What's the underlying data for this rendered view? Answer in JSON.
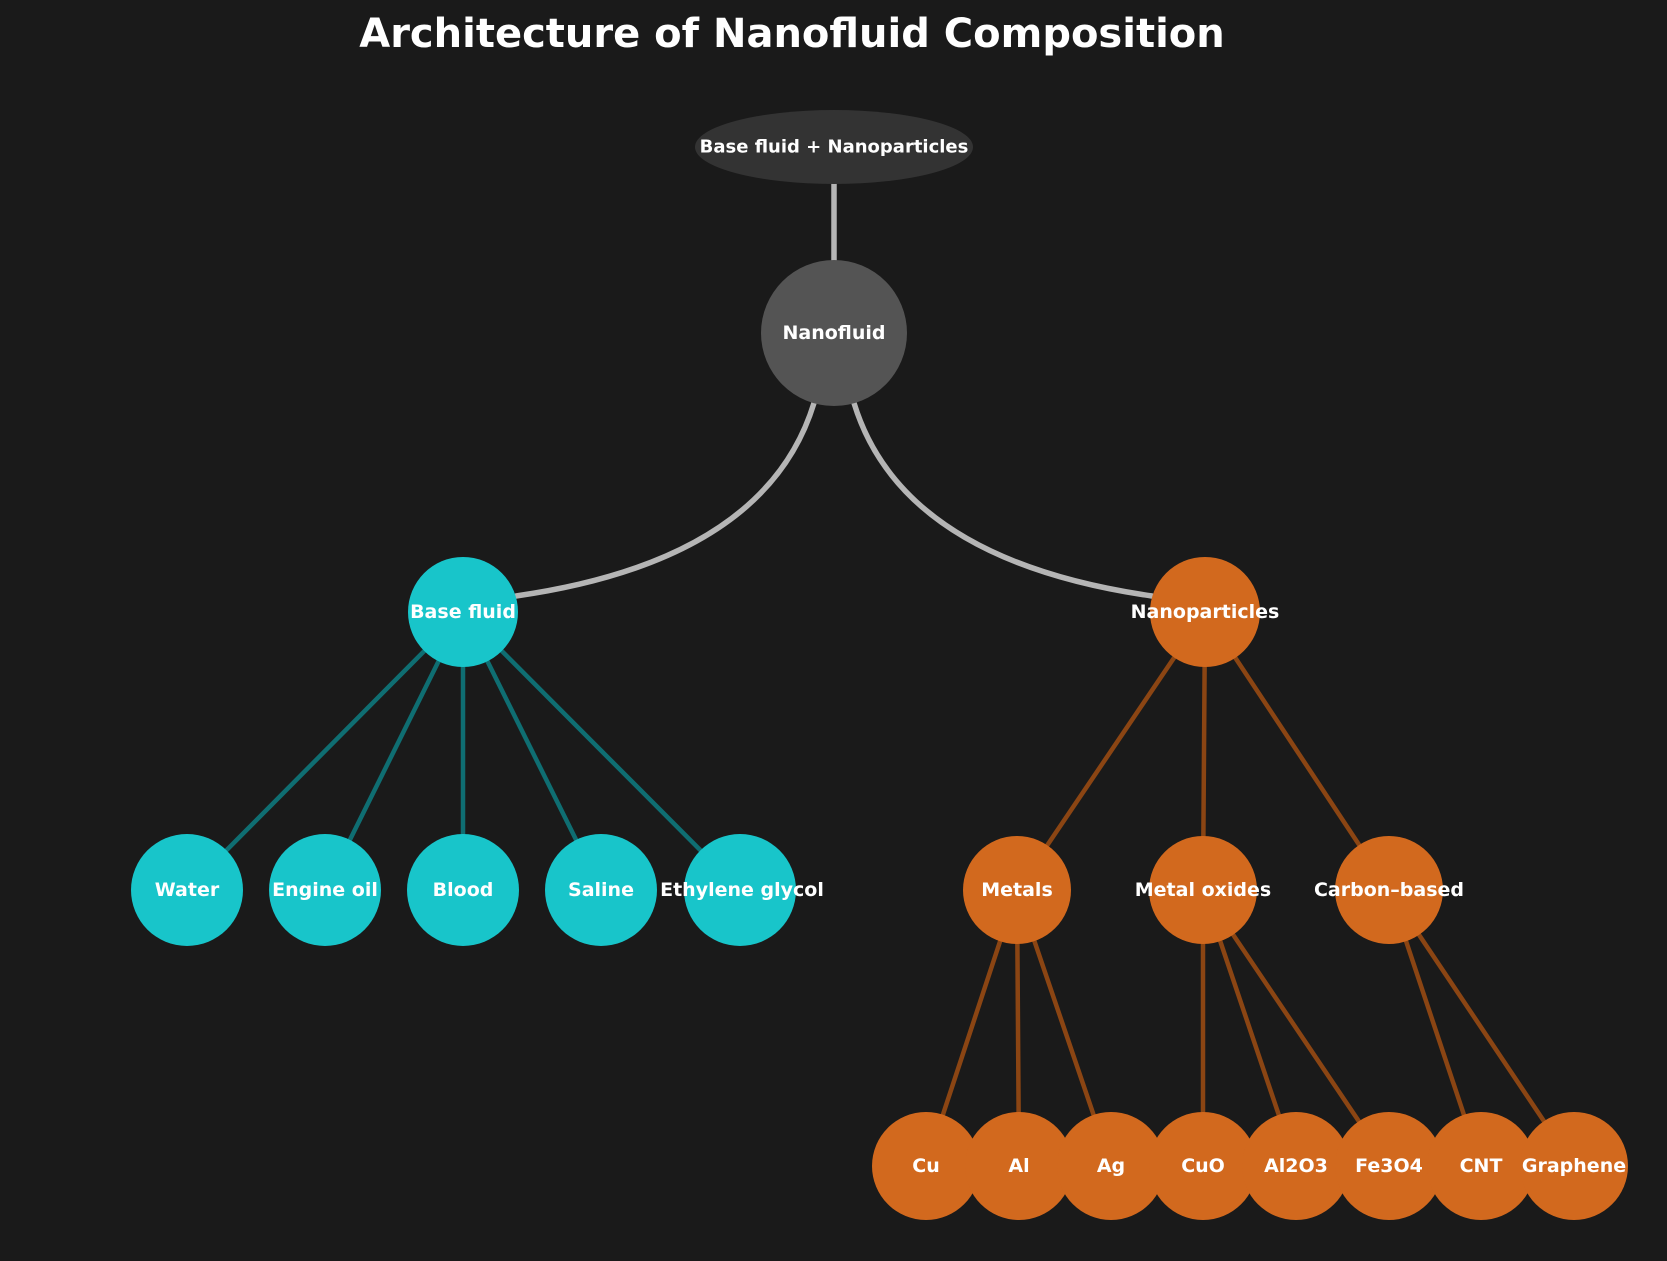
{
  "title": "Architecture of Nanofluid Composition",
  "colors": {
    "background": "#1a1a1a",
    "label_color": "#ffffff",
    "root_ellipse_fill": "#333333",
    "nanofluid_fill": "#545454",
    "base_fluid_fill": "#18c5ca",
    "nanoparticles_fill": "#d2691e",
    "edge_gray": "#b5b5b5",
    "edge_teal": "#0f6e72",
    "edge_brown": "#8b4513"
  },
  "tree": {
    "label": "Base fluid + Nanoparticles",
    "children": [
      {
        "label": "Nanofluid",
        "children": [
          {
            "label": "Base fluid",
            "children": [
              {
                "label": "Water"
              },
              {
                "label": "Engine oil"
              },
              {
                "label": "Blood"
              },
              {
                "label": "Saline"
              },
              {
                "label": "Ethylene glycol"
              }
            ]
          },
          {
            "label": "Nanoparticles",
            "children": [
              {
                "label": "Metals",
                "children": [
                  {
                    "label": "Cu"
                  },
                  {
                    "label": "Al"
                  },
                  {
                    "label": "Ag"
                  }
                ]
              },
              {
                "label": "Metal oxides",
                "children": [
                  {
                    "label": "CuO"
                  },
                  {
                    "label": "Al2O3"
                  },
                  {
                    "label": "Fe3O4"
                  }
                ]
              },
              {
                "label": "Carbon–based",
                "children": [
                  {
                    "label": "CNT"
                  },
                  {
                    "label": "Graphene"
                  }
                ]
              }
            ]
          }
        ]
      }
    ]
  }
}
